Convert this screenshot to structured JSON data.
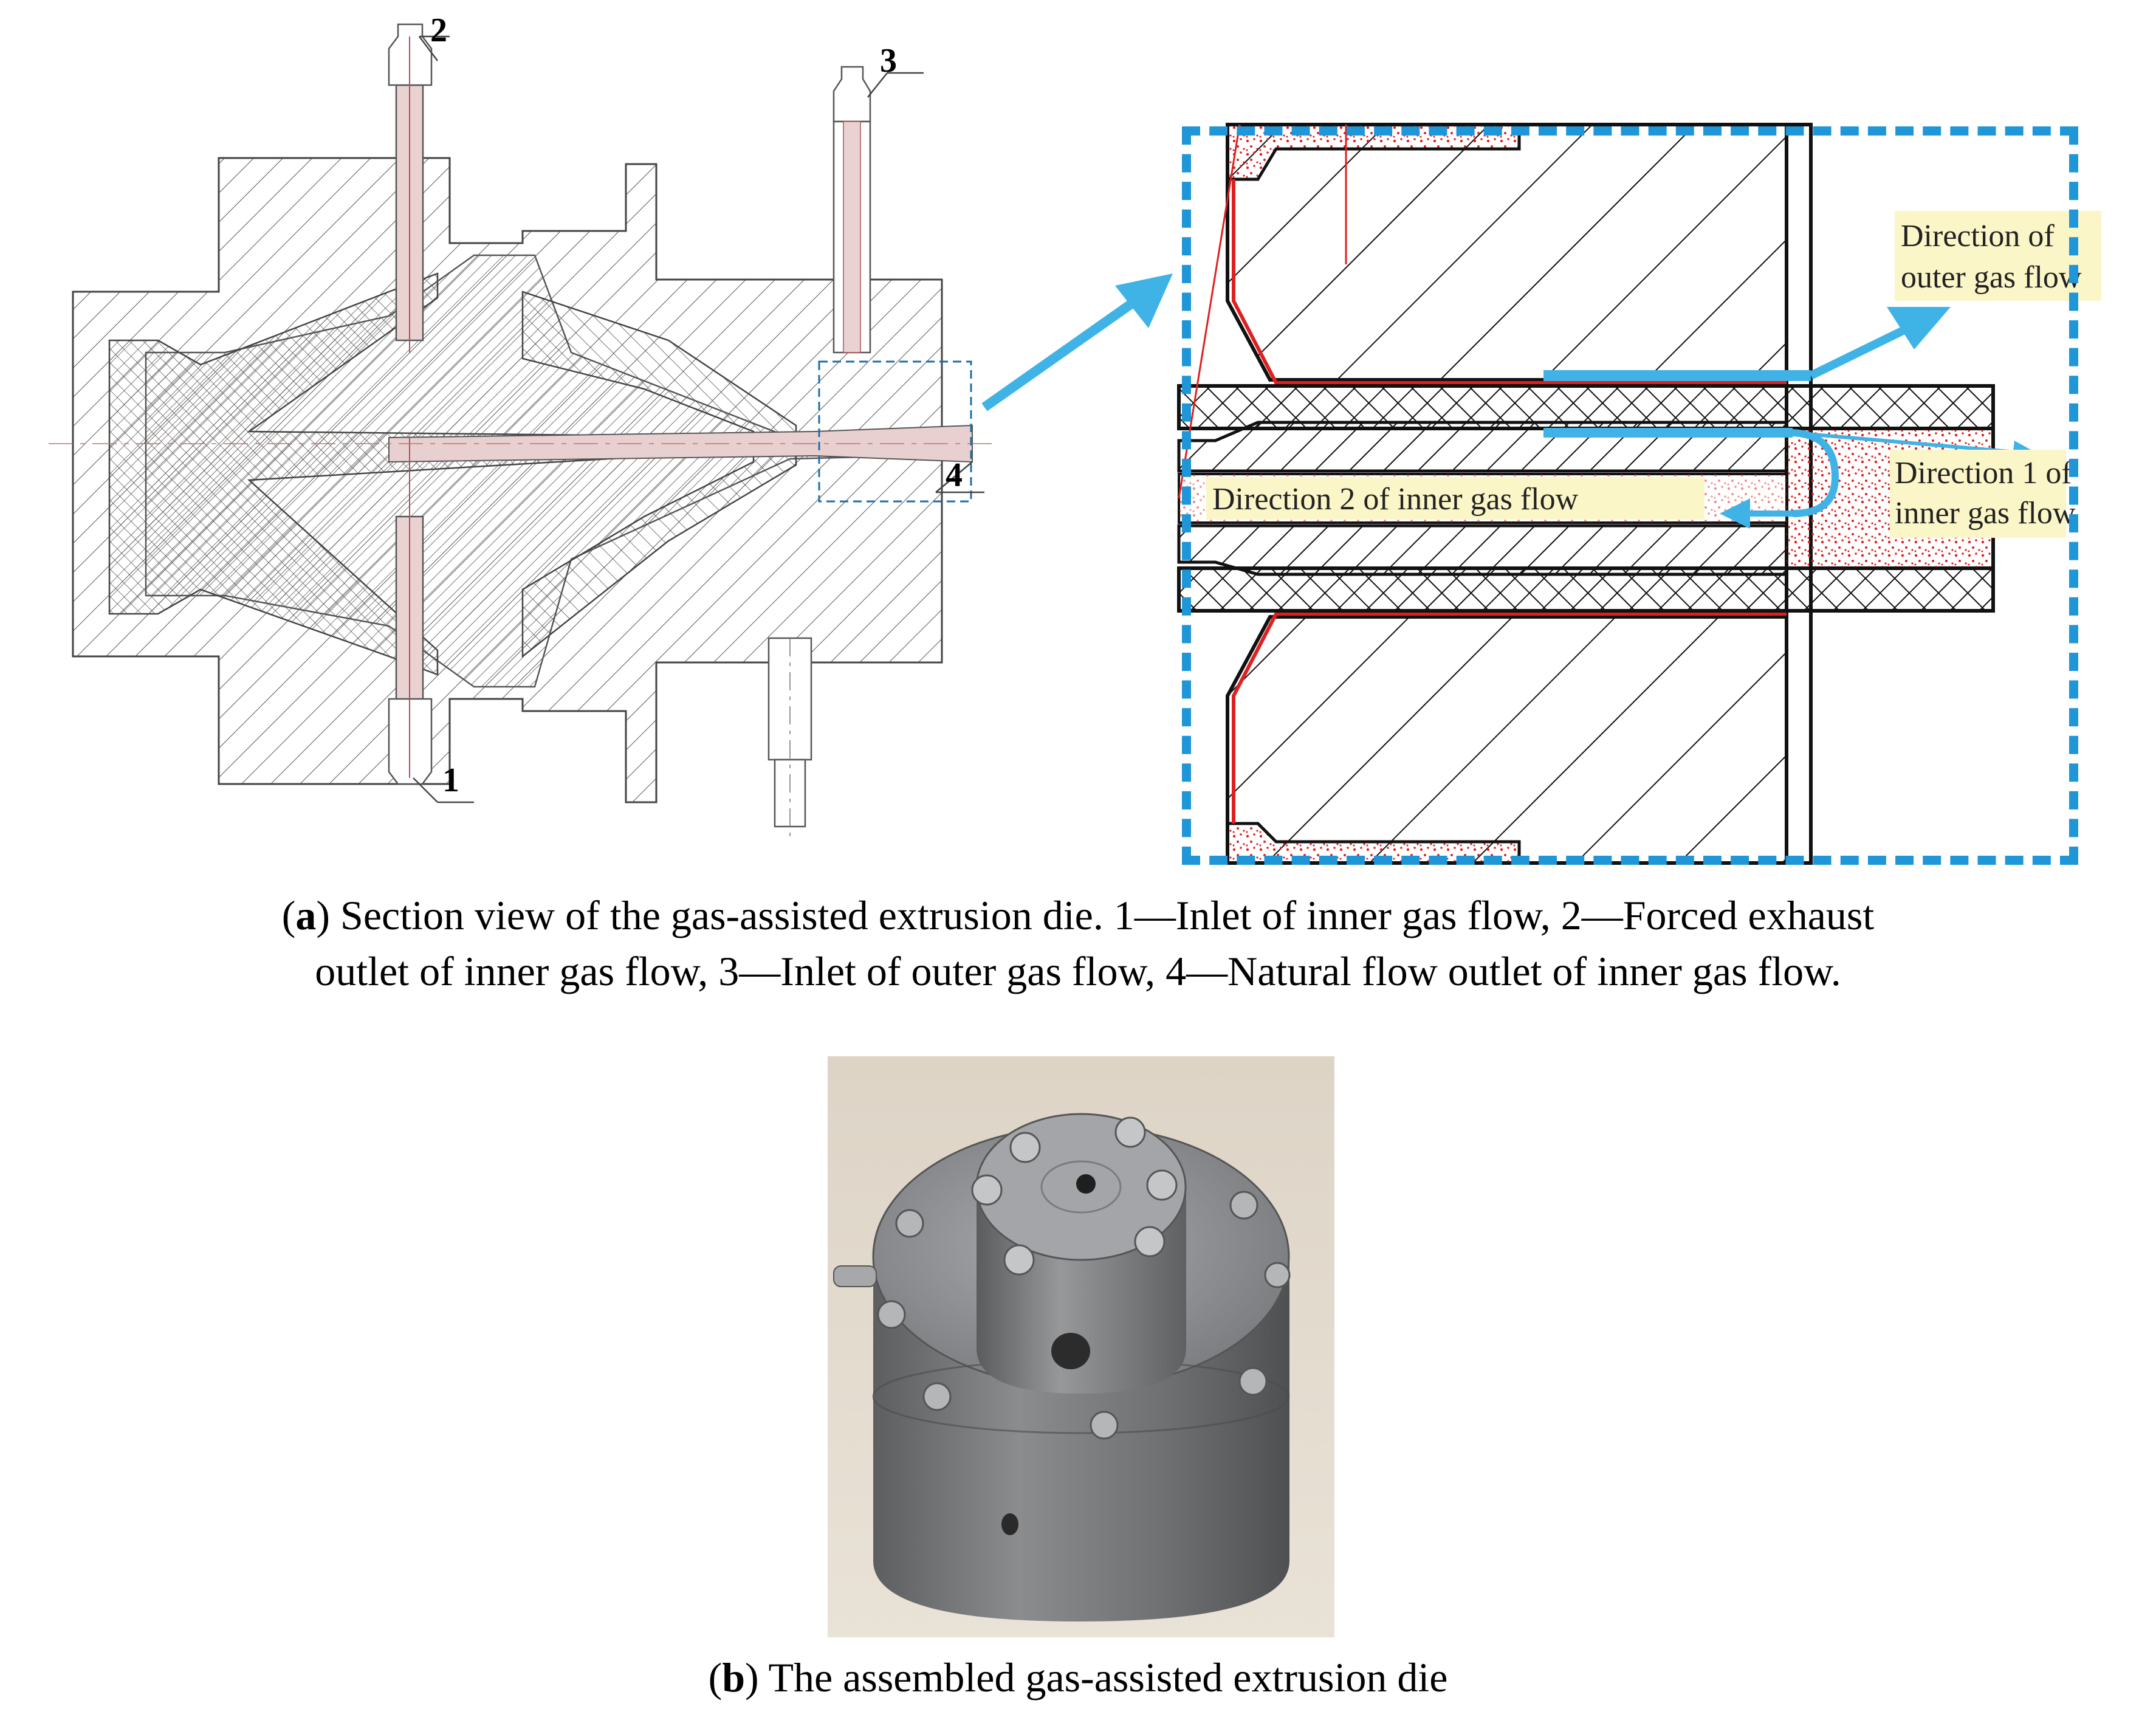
{
  "figure": {
    "part_labels": [
      "1",
      "2",
      "3",
      "4"
    ],
    "detail_labels": {
      "outer_flow_line1": "Direction of",
      "outer_flow_line2": "outer gas flow",
      "inner_flow1_line1": "Direction 1 of",
      "inner_flow1_line2": "inner gas flow",
      "inner_flow2": "Direction 2 of inner gas flow"
    },
    "caption_a": {
      "letter": "a",
      "line1_text": ") Section view of the gas-assisted extrusion die. 1—Inlet of inner gas flow, 2—Forced exhaust",
      "line2_text": "outlet of inner gas flow, 3—Inlet of outer gas flow, 4—Natural flow outlet of inner gas flow."
    },
    "caption_b": {
      "letter": "b",
      "text": ") The assembled gas-assisted extrusion die"
    },
    "colors": {
      "highlight_blue": "#3fb3e6",
      "frame_blue": "#1e96d8",
      "melt_red": "#e02020",
      "label_bg": "#fbf6c8",
      "hatch": "#333333"
    }
  }
}
